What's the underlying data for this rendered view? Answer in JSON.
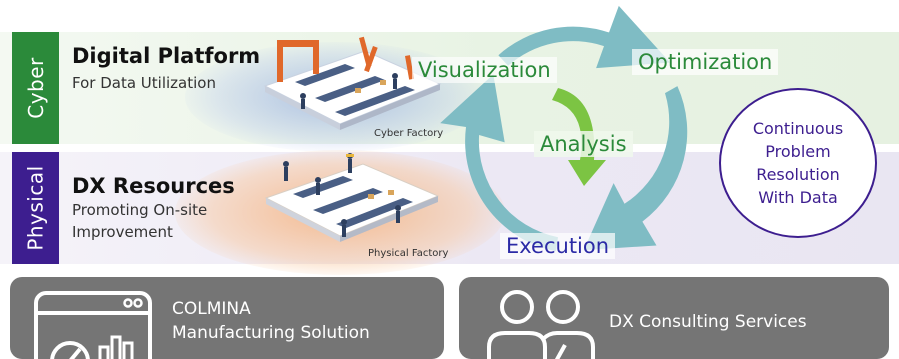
{
  "cyber": {
    "tab_label": "Cyber",
    "title": "Digital Platform",
    "subtitle": "For Data Utilization",
    "factory_label": "Cyber Factory"
  },
  "physical": {
    "tab_label": "Physical",
    "title": "DX Resources",
    "subtitle_lines": [
      "Promoting On-site",
      "Improvement"
    ],
    "factory_label": "Physical Factory"
  },
  "cycle": {
    "visualization": "Visualization",
    "optimization": "Optimization",
    "analysis": "Analysis",
    "execution": "Execution",
    "ring_color": "#7fbcc4",
    "analysis_arrow_color": "#7cc443"
  },
  "continuous": {
    "lines": [
      "Continuous",
      "Problem",
      "Resolution",
      "With Data"
    ]
  },
  "bottom": {
    "colmina": {
      "lines": [
        "COLMINA",
        "Manufacturing Solution"
      ],
      "icon": "dashboard-icon"
    },
    "consulting": {
      "label": "DX Consulting Services",
      "icon": "people-icon"
    }
  },
  "colors": {
    "cyber_green": "#2b8a3a",
    "physical_purple": "#3d1e8f",
    "box_gray": "#757575"
  }
}
